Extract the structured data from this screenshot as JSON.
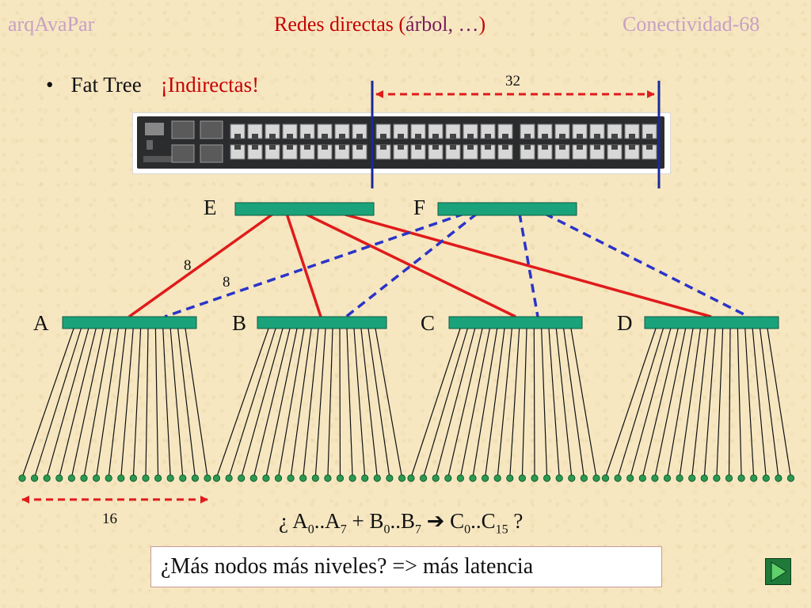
{
  "header": {
    "left": "arqAvaPar",
    "center_a": "Redes directas (",
    "center_b": "árbol, …",
    "center_c": ")",
    "right": "Conectividad-68"
  },
  "bullet": {
    "glyph": "•",
    "text": "Fat Tree",
    "accent": "¡Indirectas!"
  },
  "diagram": {
    "port_count_label": "32",
    "top_switches": [
      "E",
      "F"
    ],
    "leaf_switches": [
      "A",
      "B",
      "C",
      "D"
    ],
    "link_labels": [
      "8",
      "8"
    ],
    "leaf_group_label": "16",
    "colors": {
      "switch_fill": "#1aa37a",
      "solid_link": "#e01b1b",
      "dashed_link": "#2b34c8",
      "node_fill": "#2a9a50",
      "measure_red": "#e01b1b",
      "measure_blue": "#1a2a9a"
    }
  },
  "formula": {
    "open": "¿ A",
    "s0": "0",
    "dots1": "..A",
    "s7": "7",
    "plus": " + B",
    "s0b": "0",
    "dots2": "..B",
    "s7b": "7",
    "arrow": " ➔ ",
    "c": "C",
    "s0c": "0",
    "dots3": "..C",
    "s15": "15",
    "close": " ?"
  },
  "note": {
    "text": "¿Más nodos más niveles? => más latencia"
  },
  "nav": {
    "icon": "play-next-icon"
  }
}
